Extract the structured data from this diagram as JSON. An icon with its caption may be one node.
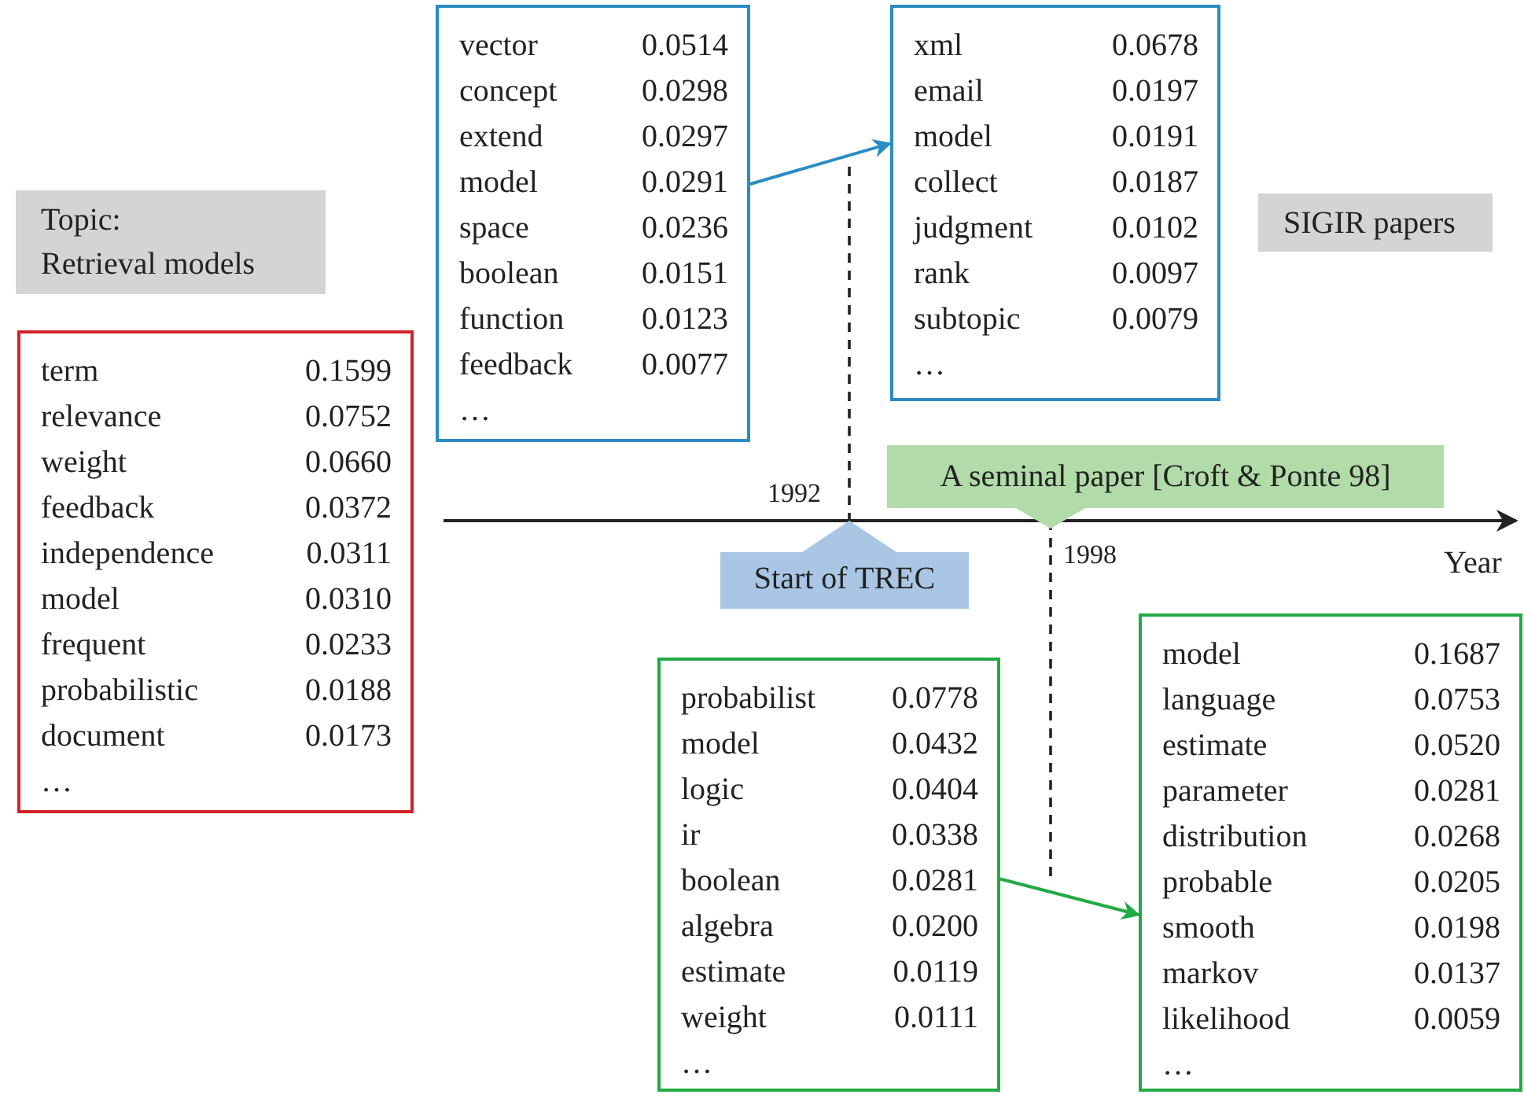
{
  "diagram": {
    "nodes": [
      {
        "text": [
          "Topic:",
          "Retrieval models"
        ]
      },
      {
        "text": [
          "term",
          "0.1599",
          "relevance",
          "0.0752",
          "weight",
          "0.0660",
          "feedback",
          "0.0372",
          "independence",
          "0.0311",
          "model",
          "0.0310",
          "frequent",
          "0.0233",
          "probabilistic",
          "0.0188",
          "document",
          "0.0173",
          "…"
        ]
      },
      {
        "text": [
          "vector",
          "0.0514",
          "concept",
          "0.0298",
          "extend",
          "0.0297",
          "model",
          "0.0291",
          "space",
          "0.0236",
          "boolean",
          "0.0151",
          "function",
          "0.0123",
          "feedback",
          "0.0077",
          "…"
        ]
      },
      {
        "text": [
          "xml",
          "0.0678",
          "email",
          "0.0197",
          "model",
          "0.0191",
          "collect",
          "0.0187",
          "judgment",
          "0.0102",
          "rank",
          "0.0097",
          "subtopic",
          "0.0079",
          "…"
        ]
      },
      {
        "text": [
          "SIGIR papers"
        ]
      },
      {
        "text": [
          "A seminal paper [Croft & Ponte 98]"
        ]
      },
      {
        "text": [
          "Start of TREC"
        ]
      },
      {
        "text": [
          "probabilist",
          "0.0778",
          "model",
          "0.0432",
          "logic",
          "0.0404",
          "ir",
          "0.0338",
          "boolean",
          "0.0281",
          "algebra",
          "0.0200",
          "estimate",
          "0.0119",
          "weight",
          "0.0111",
          "…"
        ]
      },
      {
        "text": [
          "model",
          "0.1687",
          "language",
          "0.0753",
          "estimate",
          "0.0520",
          "parameter",
          "0.0281",
          "distribution",
          "0.0268",
          "probable",
          "0.0205",
          "smooth",
          "0.0198",
          "markov",
          "0.0137",
          "likelihood",
          "0.0059",
          "…"
        ]
      }
    ],
    "edges": [
      {
        "from": 2,
        "to": 3,
        "arrow": "to",
        "color": "#2b8cc4"
      },
      {
        "from": 7,
        "to": 8,
        "arrow": "to",
        "color": "#22aa44"
      }
    ],
    "labels": [
      "1992",
      "1998",
      "Year"
    ]
  }
}
